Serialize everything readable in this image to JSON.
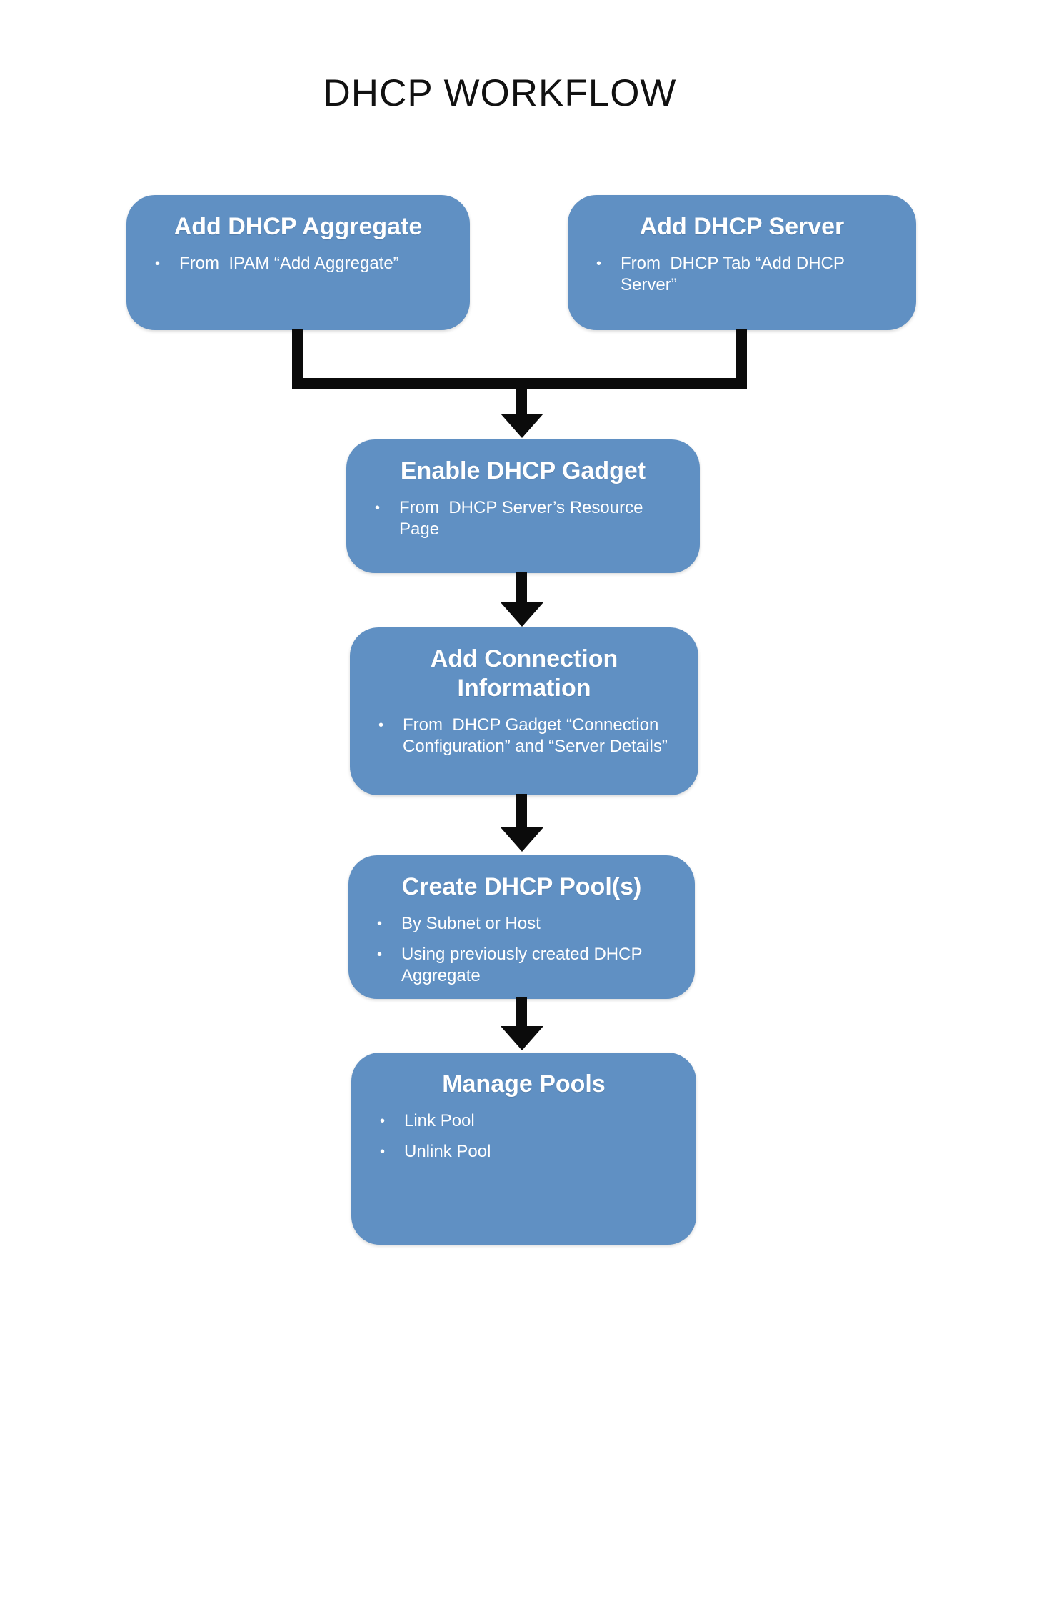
{
  "title": "DHCP WORKFLOW",
  "bullet_glyph": "•",
  "colors": {
    "node_fill": "#6090C3",
    "arrow_color": "#0B0B0B",
    "title_color": "#111111",
    "node_text_color": "#FFFFFF"
  },
  "nodes": [
    {
      "id": "add-dhcp-aggregate",
      "heading": "Add DHCP Aggregate",
      "bullets": [
        "From  IPAM “Add Aggregate”"
      ]
    },
    {
      "id": "add-dhcp-server",
      "heading": "Add DHCP Server",
      "bullets": [
        "From  DHCP Tab “Add DHCP Server”"
      ]
    },
    {
      "id": "enable-dhcp-gadget",
      "heading": "Enable DHCP Gadget",
      "bullets": [
        "From  DHCP Server’s Resource Page"
      ]
    },
    {
      "id": "add-connection-information",
      "heading": "Add Connection Information",
      "bullets": [
        "From  DHCP Gadget “Connection Configuration” and “Server Details”"
      ]
    },
    {
      "id": "create-dhcp-pools",
      "heading": "Create DHCP Pool(s)",
      "bullets": [
        "By Subnet or Host",
        "Using previously created DHCP Aggregate"
      ]
    },
    {
      "id": "manage-pools",
      "heading": "Manage Pools",
      "bullets": [
        "Link Pool",
        "Unlink Pool"
      ]
    }
  ],
  "connections": [
    {
      "from": "add-dhcp-aggregate",
      "to": "enable-dhcp-gadget"
    },
    {
      "from": "add-dhcp-server",
      "to": "enable-dhcp-gadget"
    },
    {
      "from": "enable-dhcp-gadget",
      "to": "add-connection-information"
    },
    {
      "from": "add-connection-information",
      "to": "create-dhcp-pools"
    },
    {
      "from": "create-dhcp-pools",
      "to": "manage-pools"
    }
  ]
}
